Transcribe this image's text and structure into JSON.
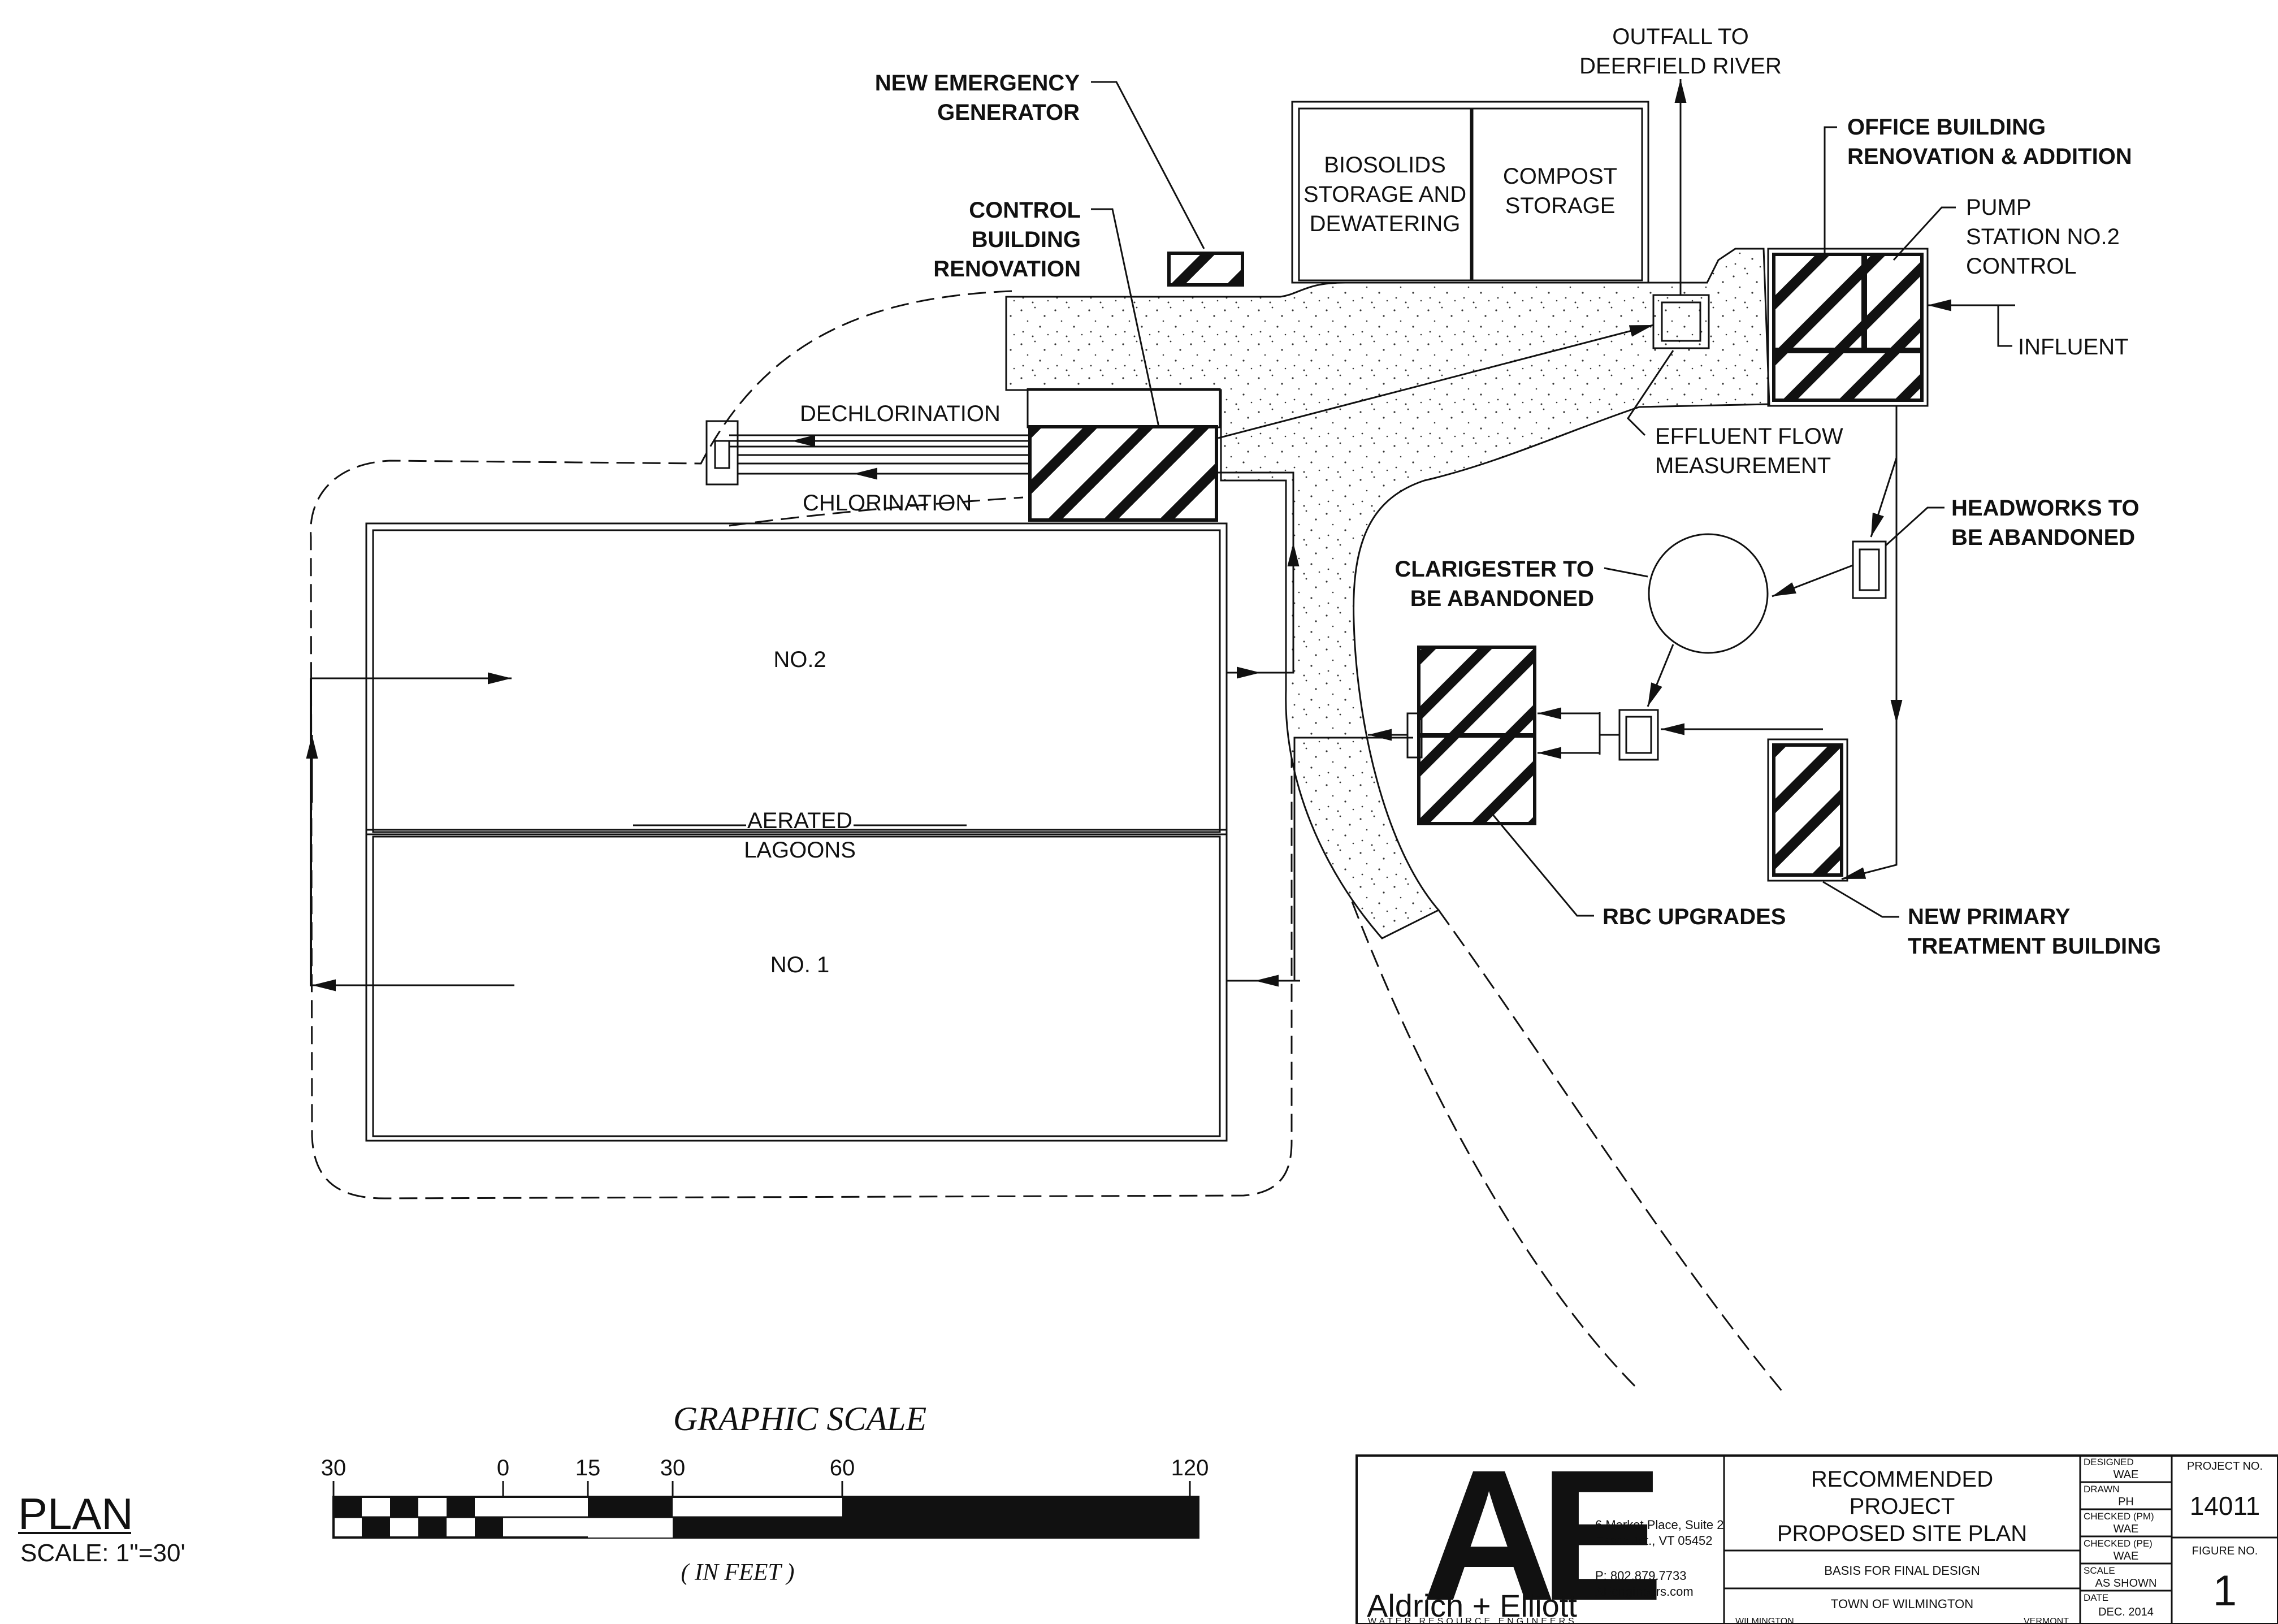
{
  "labels": {
    "outfall": [
      "OUTFALL TO",
      "DEERFIELD RIVER"
    ],
    "generator": [
      "NEW EMERGENCY",
      "GENERATOR"
    ],
    "control_building": [
      "CONTROL",
      "BUILDING",
      "RENOVATION"
    ],
    "biosolids": [
      "BIOSOLIDS",
      "STORAGE AND",
      "DEWATERING"
    ],
    "compost": [
      "COMPOST",
      "STORAGE"
    ],
    "office": [
      "OFFICE BUILDING",
      "RENOVATION & ADDITION"
    ],
    "pump_station": [
      "PUMP",
      "STATION NO.2",
      "CONTROL"
    ],
    "influent": "INFLUENT",
    "dechlorination": "DECHLORINATION",
    "chlorination": "CHLORINATION",
    "effluent": [
      "EFFLUENT FLOW",
      "MEASUREMENT"
    ],
    "headworks": [
      "HEADWORKS TO",
      "BE ABANDONED"
    ],
    "clarigester": [
      "CLARIGESTER TO",
      "BE ABANDONED"
    ],
    "no2": "NO.2",
    "aerated": [
      "AERATED",
      "LAGOONS"
    ],
    "no1": "NO. 1",
    "rbc": "RBC UPGRADES",
    "primary": [
      "NEW PRIMARY",
      "TREATMENT BUILDING"
    ]
  },
  "graphic_scale": {
    "title": "GRAPHIC SCALE",
    "ticks": [
      "30",
      "0",
      "15",
      "30",
      "60",
      "120"
    ],
    "units": "( IN FEET )"
  },
  "plan": {
    "title": "PLAN",
    "scale": "SCALE:  1\"=30'"
  },
  "title_block": {
    "logo_letters": "AE",
    "firm_name": "Aldrich + Elliott",
    "firm_tagline": "WATER RESOURCE ENGINEERS",
    "address": [
      "6 Market Place, Suite 2",
      "Essex Jct., VT 05452"
    ],
    "contact": [
      "P: 802.879.7733",
      "AEengineers.com"
    ],
    "drawing_title": [
      "RECOMMENDED",
      "PROJECT",
      "PROPOSED SITE PLAN"
    ],
    "basis": "BASIS FOR FINAL DESIGN",
    "owner": "TOWN OF WILMINGTON",
    "location_left": "WILMINGTON",
    "location_right": "VERMONT",
    "designed_label": "DESIGNED",
    "designed": "WAE",
    "drawn_label": "DRAWN",
    "drawn": "PH",
    "checked_pm_label": "CHECKED (PM)",
    "checked_pm": "WAE",
    "checked_pe_label": "CHECKED (PE)",
    "checked_pe": "WAE",
    "scale_label": "SCALE",
    "scale": "AS SHOWN",
    "date_label": "DATE",
    "date": "DEC. 2014",
    "project_no_label": "PROJECT NO.",
    "project_no": "14011",
    "figure_no_label": "FIGURE NO.",
    "figure_no": "1"
  }
}
